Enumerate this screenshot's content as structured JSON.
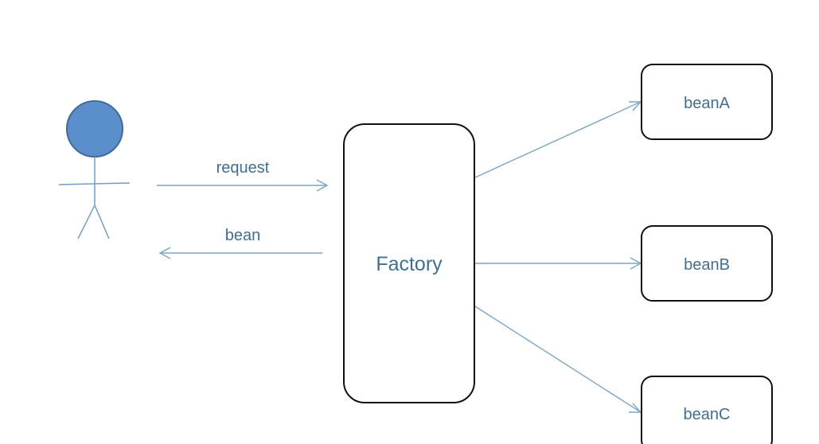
{
  "diagram": {
    "actor": {
      "icon": "stick-figure-icon",
      "head_color": "#5b8fcc"
    },
    "edges": {
      "request_label": "request",
      "bean_label": "bean"
    },
    "nodes": {
      "factory": "Factory",
      "bean_a": "beanA",
      "bean_b": "beanB",
      "bean_c": "beanC"
    },
    "colors": {
      "text": "#3f6f94",
      "arrow": "#7aa6c6",
      "box_border": "#111111"
    }
  }
}
